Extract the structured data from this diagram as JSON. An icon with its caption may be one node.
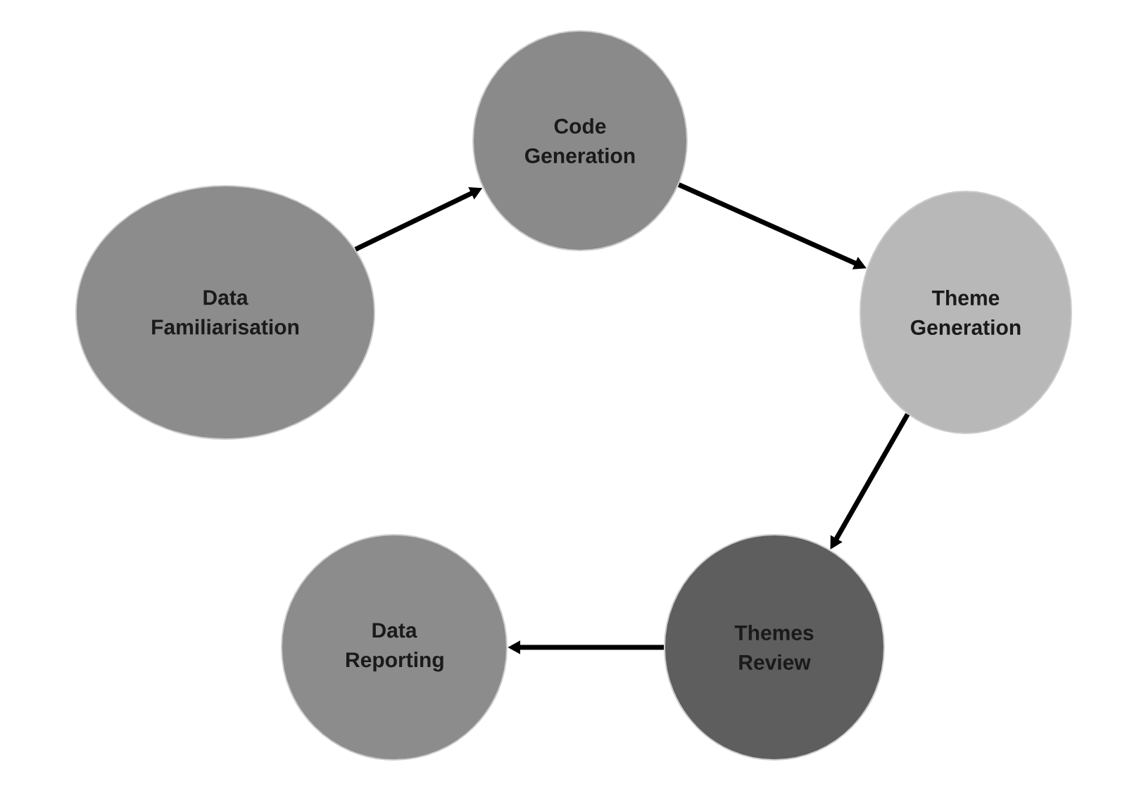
{
  "diagram": {
    "nodes": [
      {
        "text": [
          "Data Familiarisation"
        ]
      },
      {
        "text": [
          "Code Generation"
        ]
      },
      {
        "text": [
          "Theme Generation"
        ]
      },
      {
        "text": [
          "Themes Review"
        ]
      },
      {
        "text": [
          "Data Reporting"
        ]
      }
    ],
    "edges": [
      {
        "from": 0,
        "to": 1,
        "arrow": "to"
      },
      {
        "from": 1,
        "to": 2,
        "arrow": "to"
      },
      {
        "from": 2,
        "to": 3,
        "arrow": "to"
      },
      {
        "from": 3,
        "to": 4,
        "arrow": "to"
      }
    ]
  }
}
